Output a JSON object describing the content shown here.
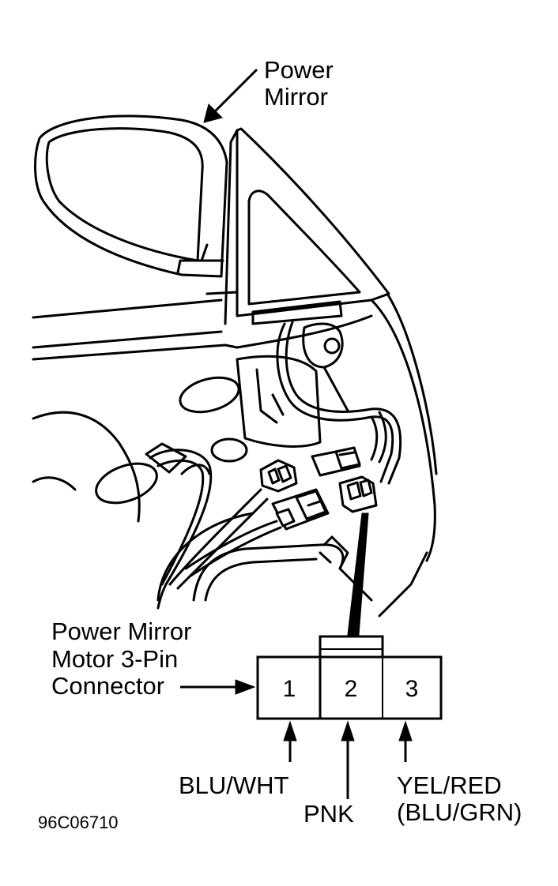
{
  "callouts": {
    "mirror_line1": "Power",
    "mirror_line2": "Mirror",
    "connector_line1": "Power Mirror",
    "connector_line2": "Motor 3-Pin",
    "connector_line3": "Connector"
  },
  "pins": [
    {
      "number": "1",
      "wire": "BLU/WHT"
    },
    {
      "number": "2",
      "wire": "PNK"
    },
    {
      "number": "3",
      "wire": "YEL/RED",
      "alt_wire": "(BLU/GRN)"
    }
  ],
  "figure_id": "96C06710"
}
